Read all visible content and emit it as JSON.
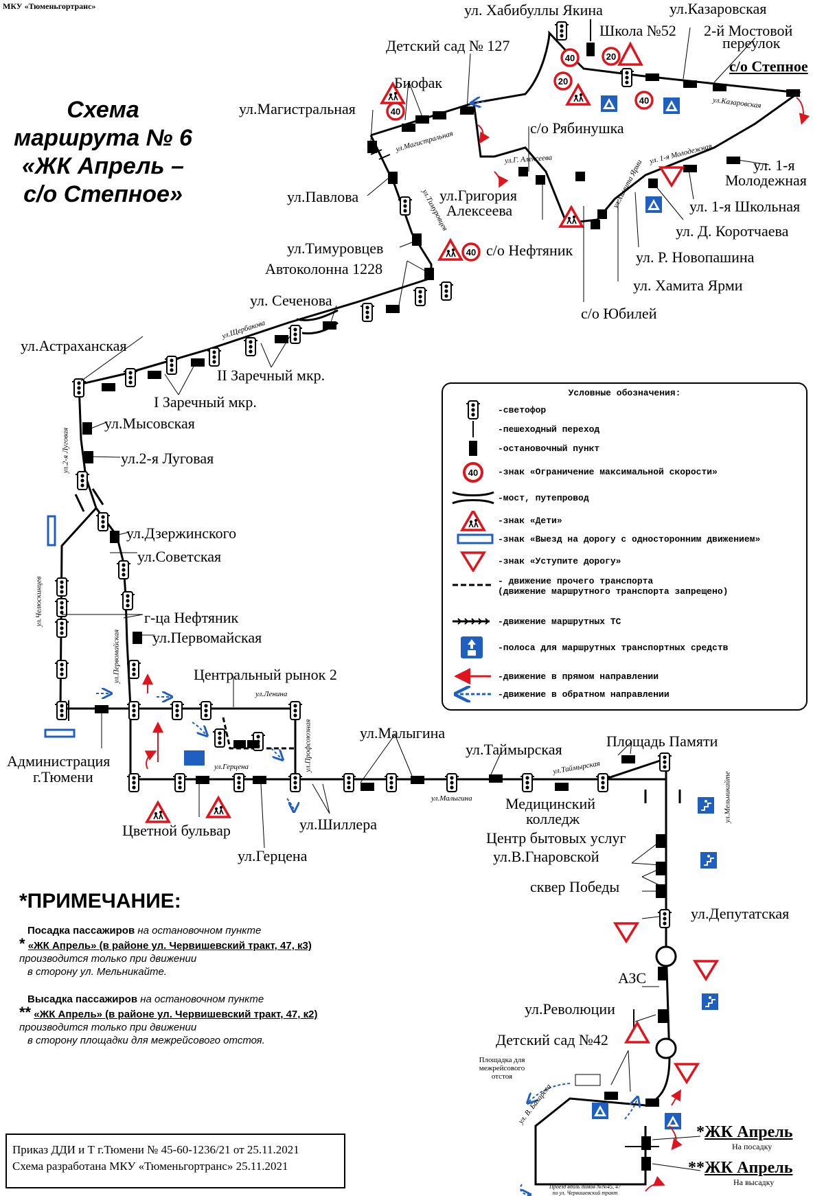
{
  "org": "МКУ «Тюменьгортранс»",
  "title": [
    "Схема",
    "маршрута № 6",
    "«ЖК Апрель –",
    "с/о Степное»"
  ],
  "stops": {
    "khabibully": "ул. Хабибуллы Якина",
    "kazarovskaya": "ул.Казаровская",
    "shkola": "Школа №52",
    "mostovoy1": "2-й Мостовой",
    "mostovoy2": "переулок",
    "stepnoe": "с/о Степное",
    "detsad127": "Детский сад № 127",
    "biofak": "Биофак",
    "magistralnaya": "ул.Магистральная",
    "ryabinushka": "с/о Рябинушка",
    "molodezhnaya1": "ул. 1-я",
    "molodezhnaya2": "Молодежная",
    "shkolnaya": "ул. 1-я Школьная",
    "korotchaeva": "ул. Д. Коротчаева",
    "novopashina": "ул. Р. Новопашина",
    "yarmi": "ул. Хамита Ярми",
    "yubiley": "с/о Юбилей",
    "neftyanik_so": "с/о Нефтяник",
    "alekseeva1": "ул.Григория",
    "alekseeva2": "Алексеева",
    "pavlova": "ул.Павлова",
    "timurovtsev": "ул.Тимуровцев",
    "avtokolonna": "Автоколонна 1228",
    "sechenova": "ул. Сеченова",
    "astrakhanskaya": "ул.Астраханская",
    "zarechny2": "II Заречный мкр.",
    "zarechny1": "I Заречный мкр.",
    "mysovskaya": "ул.Мысовская",
    "lugovaya": "ул.2-я Луговая",
    "dzerzhinskogo": "ул.Дзержинского",
    "sovetskaya": "ул.Советская",
    "gca_neftyanik": "г-ца Нефтяник",
    "pervomayskaya": "ул.Первомайская",
    "rynok": "Центральный рынок 2",
    "admin1": "Администрация",
    "admin2": "г.Тюмени",
    "tsvetnoy": "Цветной бульвар",
    "gertsena": "ул.Герцена",
    "shillera": "ул.Шиллера",
    "malygina": "ул.Малыгина",
    "taymyrskaya": "ул.Таймырская",
    "ploshchad": "Площадь Памяти",
    "medkolledzh1": "Медицинский",
    "medkolledzh2": "колледж",
    "tsentr": "Центр бытовых услуг",
    "gnarovskoy": "ул.В.Гнаровской",
    "skver": "сквер Победы",
    "deputatskaya": "ул.Депутатская",
    "azs": "АЗС",
    "revolyutsii": "ул.Революции",
    "detsad42": "Детский сад №42",
    "zhk1": "ЖК Апрель",
    "zhk1_sub": "На посадку",
    "zhk2": "ЖК Апрель",
    "zhk2_sub": "На высадку",
    "ploshchadka": [
      "Площадка для",
      "межрейсового",
      "отстоя"
    ]
  },
  "streets": {
    "kazarovskaya": "ул.Казаровская",
    "magistralnaya": "ул.Магистральная",
    "alekseeva": "ул.Г. Алексеева",
    "timurovtsev": "ул.Тимуровцев",
    "yarmi": "ул.Хамита Ярми",
    "molodezhnaya": "ул. 1-я Молодежная",
    "shcherbakova": "ул.Щербакова",
    "lugovaya": "ул.2-я Луговая",
    "chelyuskintsev": "ул.Челюскинцев",
    "pervomayskaya": "ул.Первомайская",
    "lenina": "ул.Ленина",
    "profsoyuznaya": "ул.Профсоюзная",
    "gertsena": "ул.Герцена",
    "malygina": "ул.Малыгина",
    "taymyrskaya": "ул.Таймырская",
    "melnikayte": "ул.Мельникайте",
    "bakhareva": "ул. В. Бахарева",
    "proezd": [
      "Проезд вдоль домов №№45, 47",
      "по ул. Червишевский тракт"
    ]
  },
  "legend": {
    "title": "Условные обозначения:",
    "items": [
      {
        "icon": "traffic-light",
        "text": "-светофор"
      },
      {
        "icon": "crosswalk",
        "text": "-пешеходный переход"
      },
      {
        "icon": "bus-stop",
        "text": "-остановочный пункт"
      },
      {
        "icon": "speed-limit",
        "value": "40",
        "text": "-знак «Ограничение максимальной скорости»"
      },
      {
        "icon": "bridge",
        "text": "-мост, путепровод"
      },
      {
        "icon": "children-sign",
        "text": "-знак «Дети»"
      },
      {
        "icon": "one-way-sign",
        "text": "-знак «Выезд на дорогу с односторонним движением»"
      },
      {
        "icon": "yield-sign",
        "text": "-знак «Уступите дорогу»"
      },
      {
        "icon": "dashed-line",
        "text": "- движение прочего транспорта\n(движение маршрутного транспорта запрещено)"
      },
      {
        "icon": "arrow-line",
        "text": "-движение маршрутных ТС"
      },
      {
        "icon": "bus-lane",
        "text": "-полоса для маршрутных транспортных средств"
      },
      {
        "icon": "red-arrow",
        "text": "-движение в прямом направлении"
      },
      {
        "icon": "blue-arrow",
        "text": "-движение в обратном направлении"
      }
    ]
  },
  "note": {
    "heading": "*ПРИМЕЧАНИЕ:",
    "p1_lead": "Посадка пассажиров",
    "p1_rest": " на остановочном пункте",
    "p1_star": "*",
    "p1_stop": "«ЖК Апрель» (в районе ул. Червишевский тракт, 47, к3)",
    "p1_l3": "производится только при движении",
    "p1_l4": "в сторону ул. Мельникайте.",
    "p2_lead": "Высадка пассажиров",
    "p2_rest": " на остановочном пункте",
    "p2_star": "**",
    "p2_stop": "«ЖК Апрель» (в районе ул. Червишевский тракт, 47, к2)",
    "p2_l3": "производится только при движении",
    "p2_l4": "в сторону площадки для межрейсового отстоя."
  },
  "order": {
    "line1": "Приказ ДДИ и Т г.Тюмени № 45-60-1236/21 от 25.11.2021",
    "line2": "Схема разработана МКУ «Тюменьгортранс» 25.11.2021"
  },
  "signs": {
    "speed_40": "40",
    "speed_20": "20"
  },
  "stars": {
    "one": "*",
    "two": "**"
  },
  "colors": {
    "red": "#e0141c",
    "blue": "#1f5fbf",
    "route": "#000000"
  }
}
